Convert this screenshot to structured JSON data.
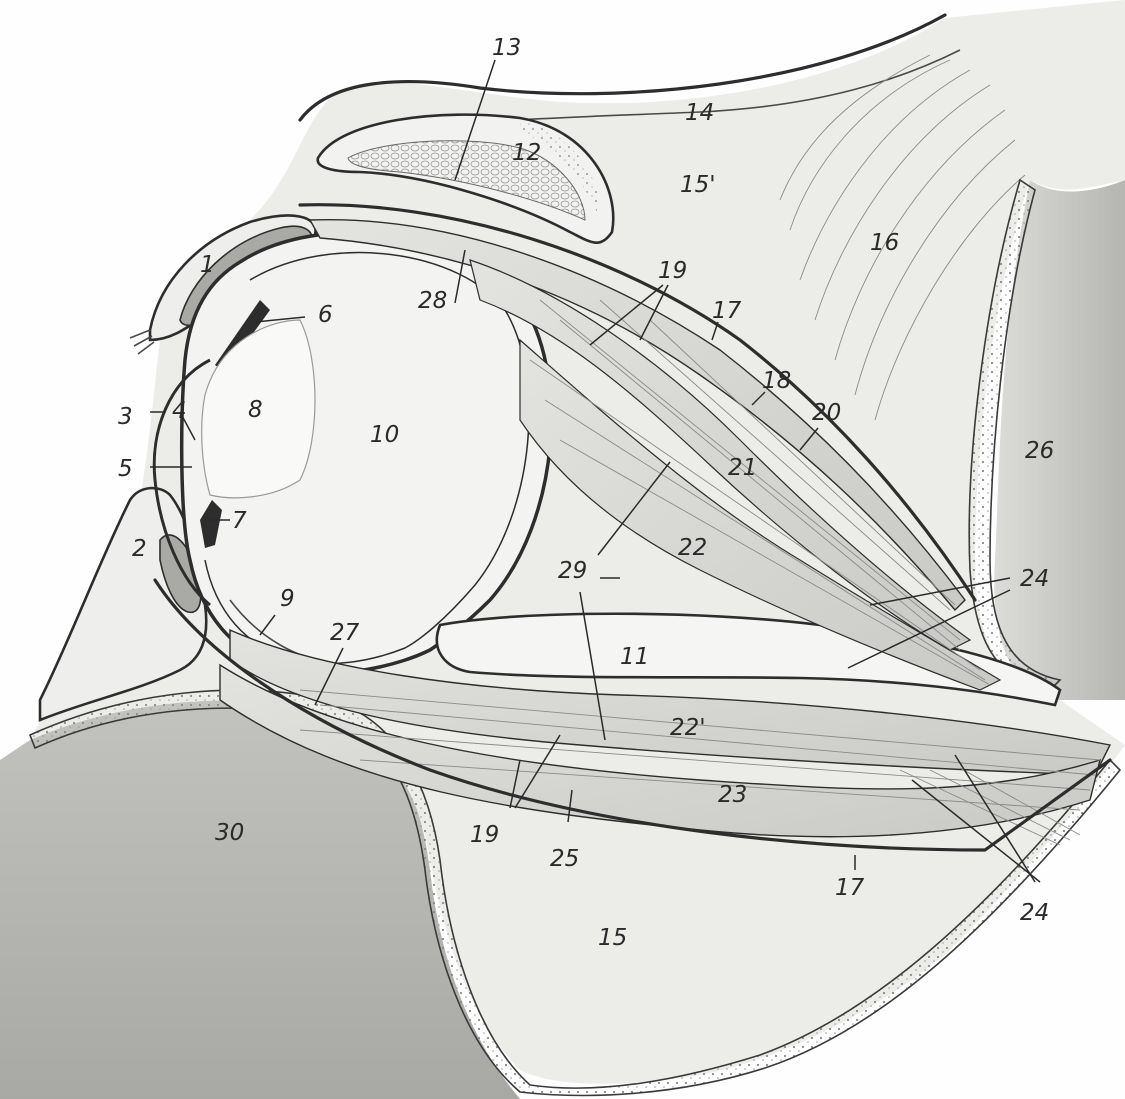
{
  "labels": {
    "l1": "1",
    "l2": "2",
    "l3": "3",
    "l4": "4",
    "l5": "5",
    "l6": "6",
    "l7": "7",
    "l8": "8",
    "l9": "9",
    "l10": "10",
    "l11": "11",
    "l12": "12",
    "l13": "13",
    "l14": "14",
    "l15": "15",
    "l15p": "15'",
    "l16": "16",
    "l17a": "17",
    "l17b": "17",
    "l18": "18",
    "l19a": "19",
    "l19b": "19",
    "l20": "20",
    "l21": "21",
    "l22": "22",
    "l22p": "22'",
    "l23": "23",
    "l24a": "24",
    "l24b": "24",
    "l25": "25",
    "l26": "26",
    "l27": "27",
    "l28": "28",
    "l29": "29",
    "l30": "30"
  },
  "colors": {
    "background": "#fefefe",
    "tissue": "#ebebe9",
    "tissue_light": "#f4f4f2",
    "muscle": "#d9d9d6",
    "muscle_dark": "#c6c6c3",
    "cavity": "#b9b9b6",
    "outline": "#2d2d2d"
  }
}
